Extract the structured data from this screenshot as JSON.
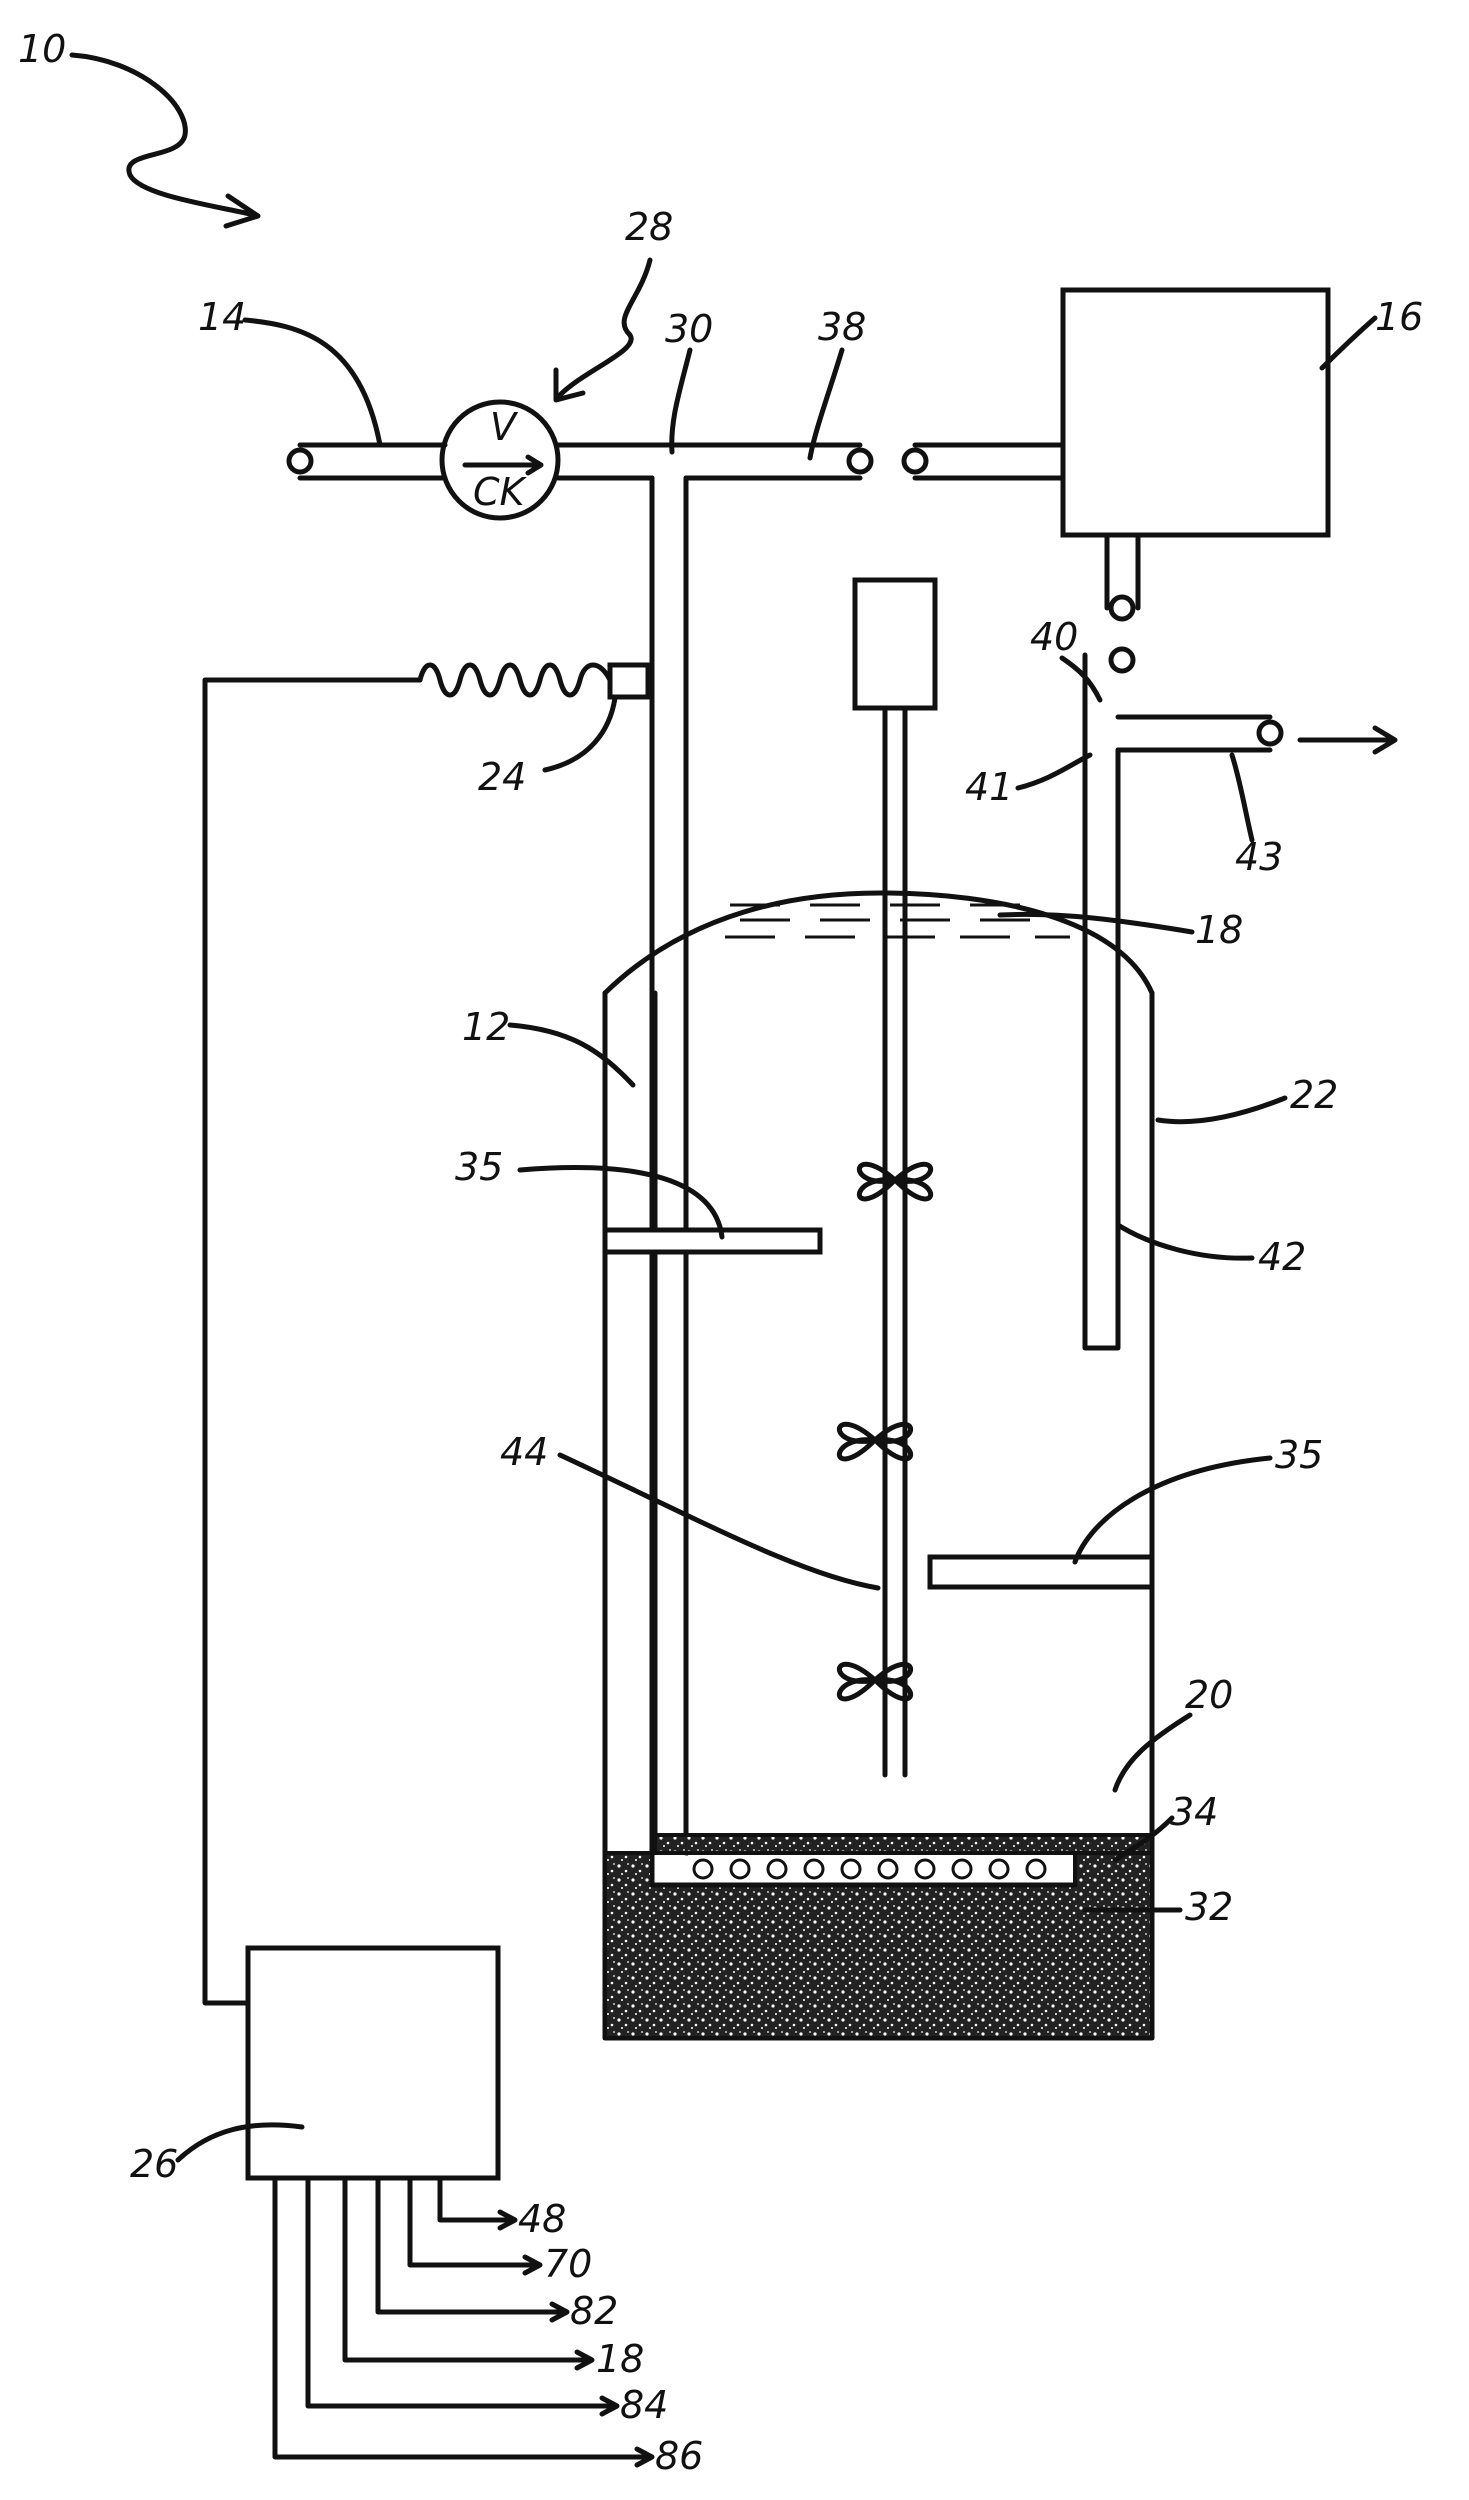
{
  "labels": {
    "system": "10",
    "vessel": "12",
    "inlet_line": "14",
    "device_16": "16",
    "foam_18": "18",
    "tank_region": "20",
    "vessel_wall": "22",
    "sensor": "24",
    "controller": "26",
    "valve": "28",
    "tee": "30",
    "sparger": "32",
    "sediment": "34",
    "baffle_upper": "35",
    "baffle_lower": "35",
    "line_38": "38",
    "tee_40": "40",
    "pipe_41": "41",
    "dip_tube": "42",
    "outlet": "43",
    "agitator_shaft": "44"
  },
  "valve_text": {
    "top": "V",
    "bottom": "CK"
  },
  "controller_outputs": [
    "48",
    "70",
    "82",
    "18",
    "84",
    "86"
  ],
  "colors": {
    "ink": "#111111",
    "paper": "#ffffff"
  }
}
